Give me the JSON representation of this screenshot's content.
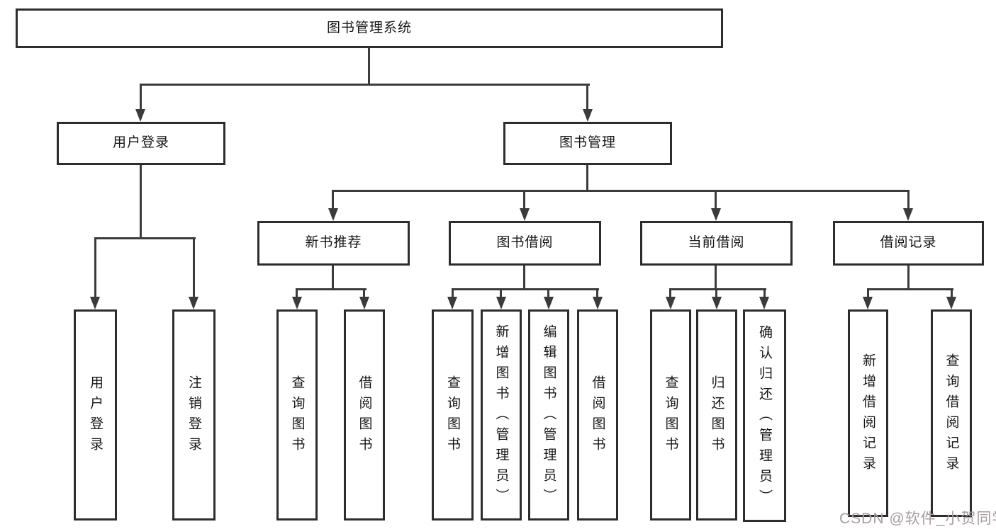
{
  "diagram": {
    "root": {
      "label": "图书管理系统"
    },
    "user_login": {
      "label": "用户登录",
      "children": [
        {
          "label": "用户登录"
        },
        {
          "label": "注销登录"
        }
      ]
    },
    "book_management": {
      "label": "图书管理",
      "children": [
        {
          "label": "新书推荐",
          "children": [
            {
              "label": "查询图书"
            },
            {
              "label": "借阅图书"
            }
          ]
        },
        {
          "label": "图书借阅",
          "children": [
            {
              "label": "查询图书"
            },
            {
              "label": "新增图书（管理员）"
            },
            {
              "label": "编辑图书（管理员）"
            },
            {
              "label": "借阅图书"
            }
          ]
        },
        {
          "label": "当前借阅",
          "children": [
            {
              "label": "查询图书"
            },
            {
              "label": "归还图书"
            },
            {
              "label": "确认归还（管理员）"
            }
          ]
        },
        {
          "label": "借阅记录",
          "children": [
            {
              "label": "新增借阅记录"
            },
            {
              "label": "查询借阅记录"
            }
          ]
        }
      ]
    }
  },
  "watermark": {
    "text": "CSDN @软件_小贺同学"
  }
}
